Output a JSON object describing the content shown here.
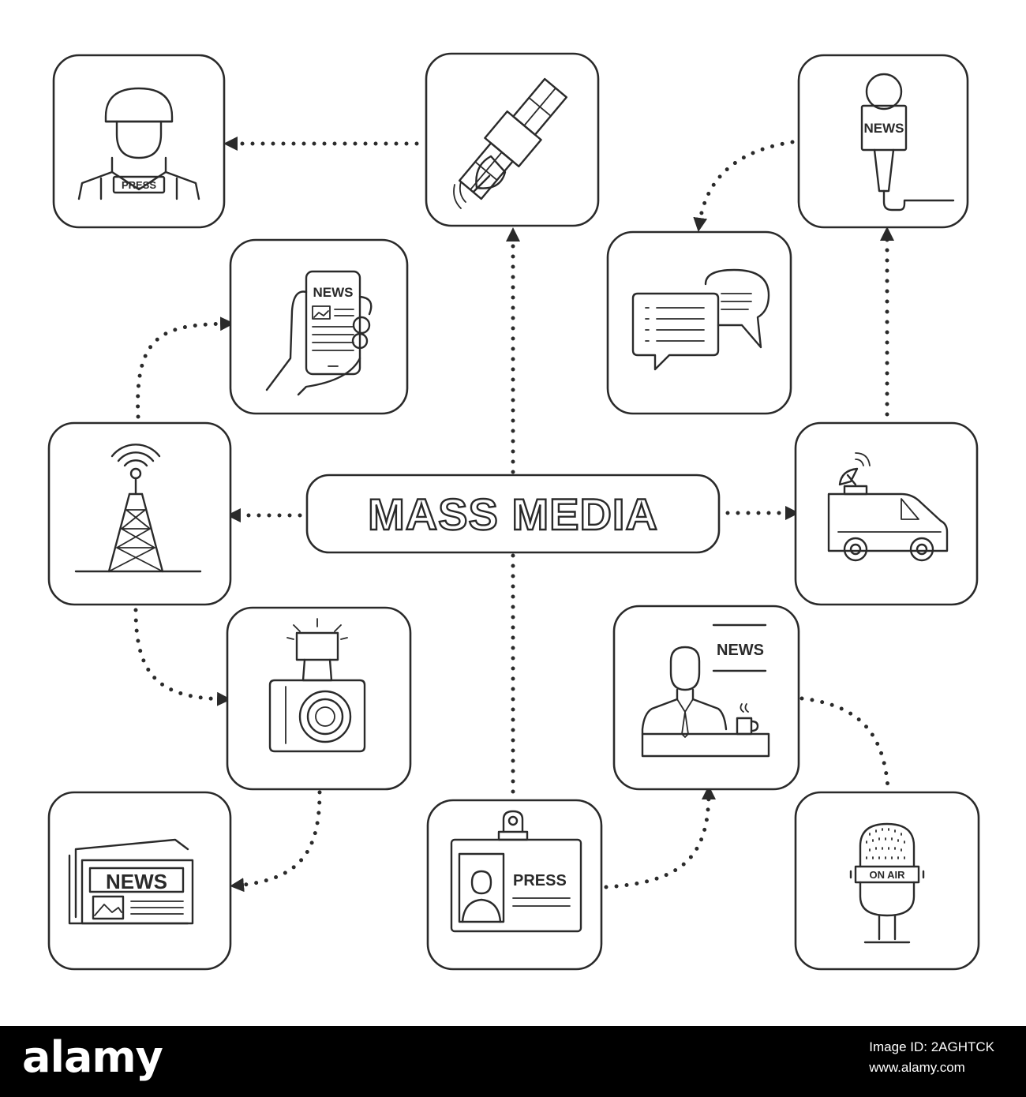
{
  "title": "MASS MEDIA",
  "labels": {
    "press_vest": "PRESS",
    "phone_news": "NEWS",
    "mic_news": "NEWS",
    "anchor_news": "NEWS",
    "newspaper": "NEWS",
    "badge_press": "PRESS",
    "on_air": "ON AIR"
  },
  "nodes": [
    {
      "id": "war-correspondent",
      "icon": "war-correspondent-icon"
    },
    {
      "id": "satellite",
      "icon": "satellite-icon"
    },
    {
      "id": "news-microphone",
      "icon": "news-microphone-icon"
    },
    {
      "id": "mobile-news",
      "icon": "mobile-news-icon"
    },
    {
      "id": "chat-bubbles",
      "icon": "chat-bubbles-icon"
    },
    {
      "id": "broadcast-tower",
      "icon": "broadcast-tower-icon"
    },
    {
      "id": "news-van",
      "icon": "news-van-icon"
    },
    {
      "id": "camera",
      "icon": "camera-icon"
    },
    {
      "id": "news-anchor",
      "icon": "news-anchor-icon"
    },
    {
      "id": "newspaper",
      "icon": "newspaper-icon"
    },
    {
      "id": "press-badge",
      "icon": "press-badge-icon"
    },
    {
      "id": "on-air-microphone",
      "icon": "on-air-microphone-icon"
    }
  ],
  "edges": [
    {
      "from": "satellite",
      "to": "war-correspondent"
    },
    {
      "from": "news-microphone",
      "to": "chat-bubbles"
    },
    {
      "from": "news-van",
      "to": "news-microphone"
    },
    {
      "from": "mass-media",
      "to": "satellite"
    },
    {
      "from": "mass-media",
      "to": "press-badge"
    },
    {
      "from": "mass-media",
      "to": "broadcast-tower"
    },
    {
      "from": "mass-media",
      "to": "news-van"
    },
    {
      "from": "broadcast-tower",
      "to": "mobile-news"
    },
    {
      "from": "broadcast-tower",
      "to": "camera"
    },
    {
      "from": "camera",
      "to": "newspaper"
    },
    {
      "from": "press-badge",
      "to": "news-anchor"
    },
    {
      "from": "news-anchor",
      "to": "on-air-microphone"
    }
  ],
  "footer": {
    "brand": "alamy",
    "image_id": "Image ID: 2AGHTCK",
    "url": "www.alamy.com"
  },
  "colors": {
    "stroke": "#2a2a2a",
    "background": "#ffffff",
    "footer": "#000000"
  }
}
